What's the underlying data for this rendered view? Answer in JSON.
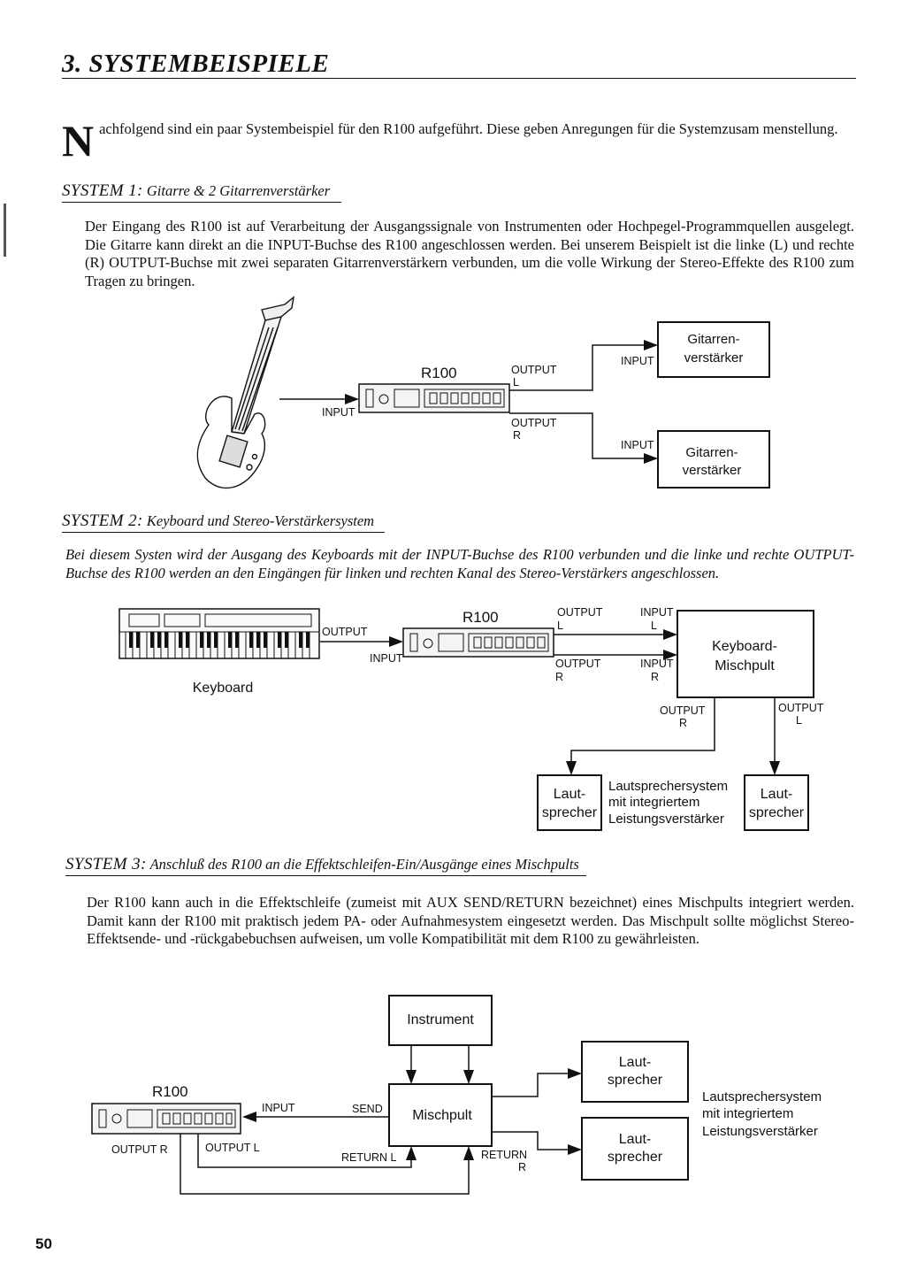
{
  "page": {
    "title": "3. SYSTEMBEISPIELE",
    "intro_dropcap": "N",
    "intro_rest": "achfolgend  sind ein paar  Systembeispiel für den  R100  aufgeführt. Diese geben Anregungen für die Systemzusam menstellung.",
    "page_number": "50"
  },
  "system1": {
    "label": "SYSTEM 1:",
    "title": " Gitarre & 2 Gitarrenverstärker",
    "text": "Der Eingang des R100 ist auf Verarbeitung der Ausgangssignale von Instrumenten oder Hochpegel-Programmquellen ausgelegt. Die Gitarre kann direkt an die INPUT-Buchse des R100  angeschlossen werden. Bei unserem Beispielt ist die linke (L) und rechte (R) OUTPUT-Buchse mit zwei separaten Gitarrenverstärkern verbunden, um die volle Wirkung der Stereo-Effekte des R100 zum Tragen zu bringen.",
    "diagram": {
      "r100": "R100",
      "input": "INPUT",
      "output": "OUTPUT",
      "l": "L",
      "r": "R",
      "amp_input": "INPUT",
      "amp_line1": "Gitarren-",
      "amp_line2": "verstärker"
    }
  },
  "system2": {
    "label": "SYSTEM 2:",
    "title": " Keyboard und Stereo-Verstärkersystem",
    "text": "Bei diesem Systen wird der Ausgang des Keyboards mit der INPUT-Buchse des R100 verbunden und die linke und rechte OUTPUT-Buchse des R100 werden an den Eingängen für linken und rechten Kanal des Stereo-Verstärkers angeschlossen.",
    "diagram": {
      "keyboard": "Keyboard",
      "output": "OUTPUT",
      "input": "INPUT",
      "r100": "R100",
      "l": "L",
      "r": "R",
      "mixer_line1": "Keyboard-",
      "mixer_line2": "Mischpult",
      "speaker_line1": "Laut-",
      "speaker_line2": "sprecher",
      "system_line1": "Lautsprechersystem",
      "system_line2": "mit integriertem",
      "system_line3": "Leistungsverstärker"
    }
  },
  "system3": {
    "label": "SYSTEM 3:",
    "title": " Anschluß des R100 an die Effektschleifen-Ein/Ausgänge eines Mischpults",
    "text": "Der R100 kann auch in die Effektschleife (zumeist mit AUX SEND/RETURN bezeichnet) eines Mischpults integriert werden. Damit kann der R100 mit praktisch jedem PA- oder Aufnahmesystem eingesetzt werden. Das Mischpult sollte möglichst Stereo-Effektsende- und -rückgabebuchsen aufweisen, um volle Kompatibilität mit dem R100 zu gewährleisten.",
    "diagram": {
      "instrument": "Instrument",
      "mixer": "Mischpult",
      "r100": "R100",
      "input": "INPUT",
      "send": "SEND",
      "return_l": "RETURN  L",
      "return": "RETURN",
      "r": "R",
      "output_r": "OUTPUT  R",
      "output_l": "OUTPUT  L",
      "speaker_line1": "Laut-",
      "speaker_line2": "sprecher",
      "system_line1": "Lautsprechersystem",
      "system_line2": "mit integriertem",
      "system_line3": "Leistungsverstärker"
    }
  }
}
